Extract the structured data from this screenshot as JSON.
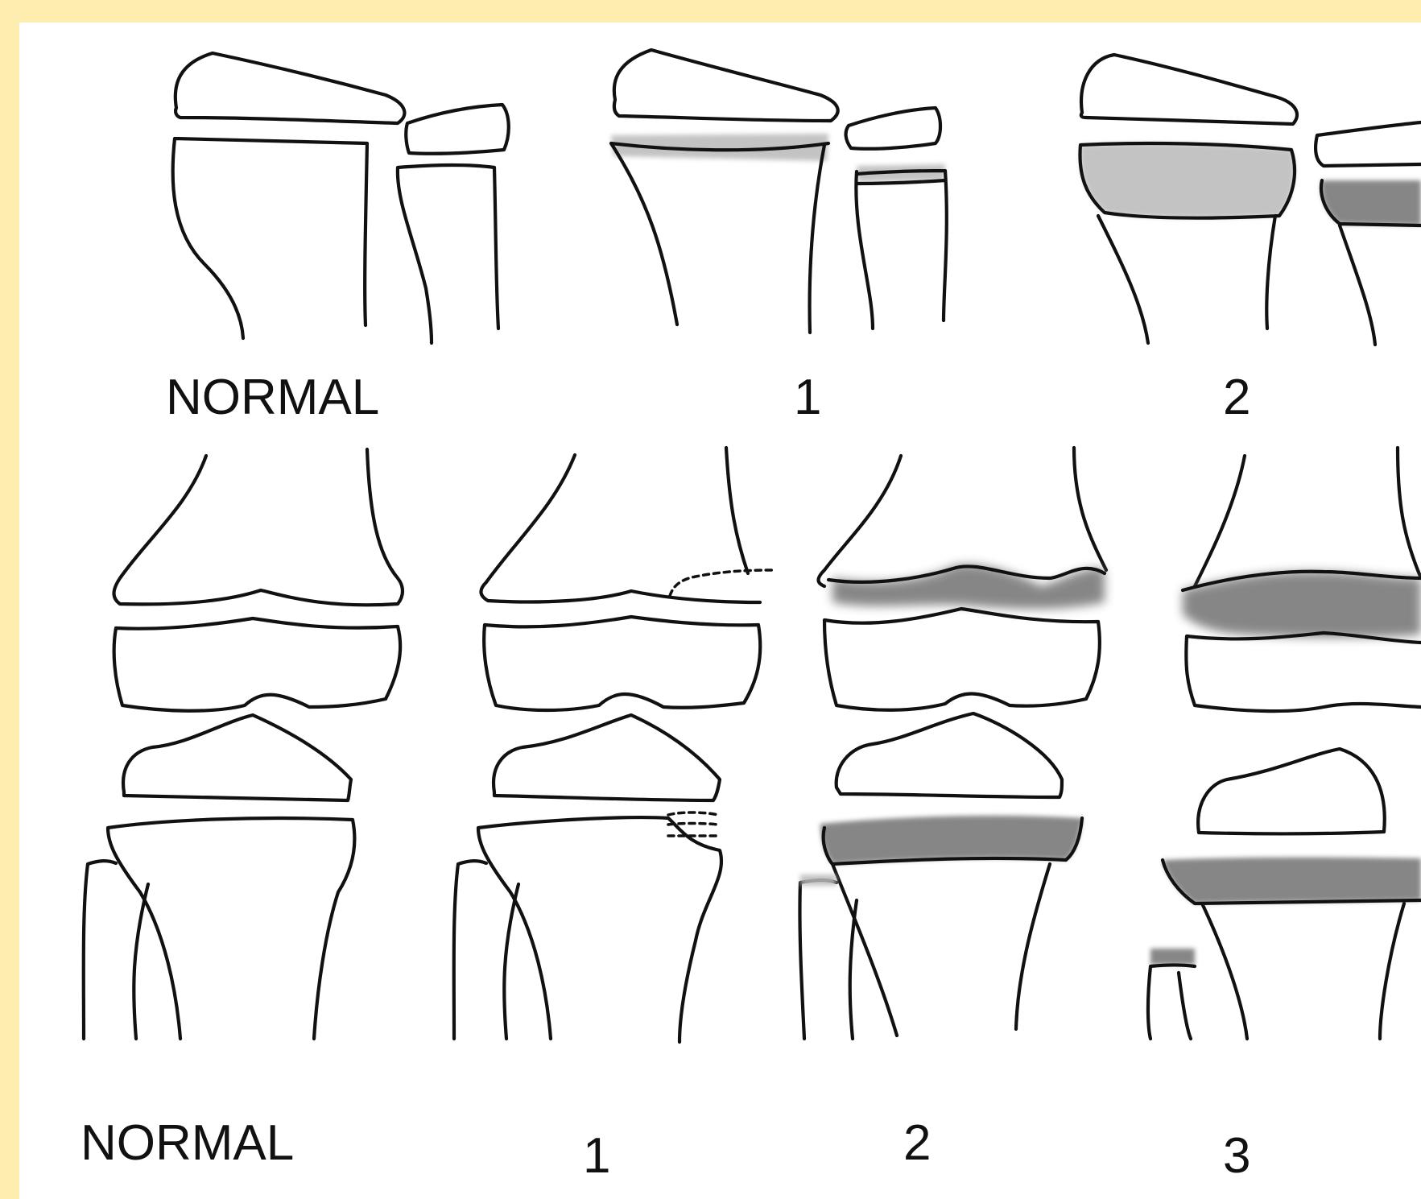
{
  "top_row": {
    "labels": [
      "NORMAL",
      "1",
      "2"
    ]
  },
  "bottom_row": {
    "labels": [
      "NORMAL",
      "1",
      "2",
      "3"
    ]
  },
  "colors": {
    "background_border": "#fdeeb0",
    "panel": "#ffffff",
    "outline": "#111111",
    "shading_light": "#b9b9b9",
    "shading_dark": "#7a7a7a"
  }
}
